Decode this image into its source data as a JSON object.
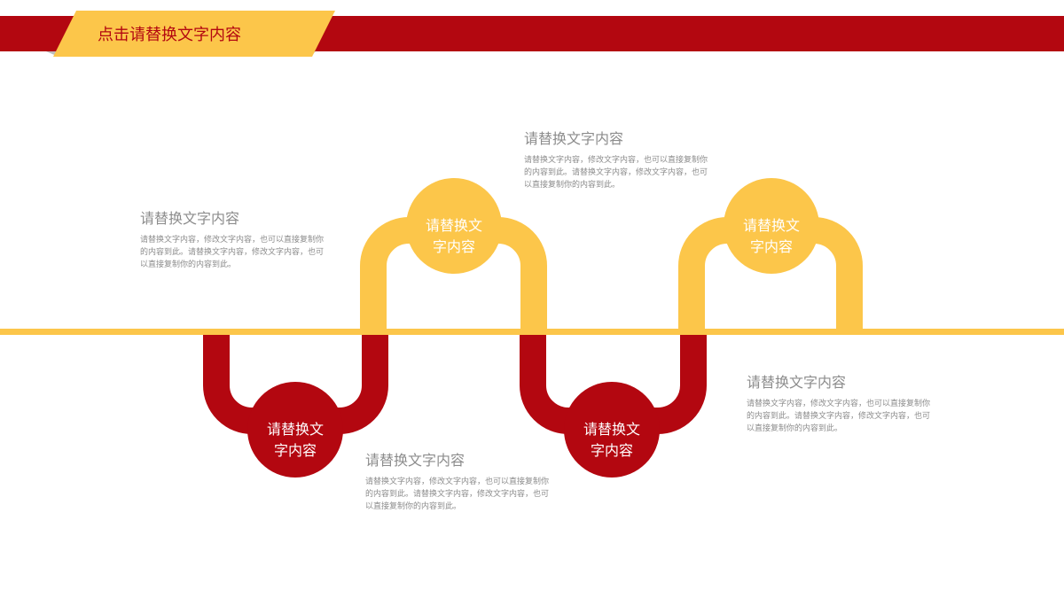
{
  "header": {
    "title": "点击请替换文字内容"
  },
  "colors": {
    "red": "#b30710",
    "yellow": "#fcc64a",
    "text_gray": "#8c8c8c"
  },
  "nodes": [
    {
      "label": "请替换文\n字内容",
      "color": "red"
    },
    {
      "label": "请替换文\n字内容",
      "color": "yellow"
    },
    {
      "label": "请替换文\n字内容",
      "color": "red"
    },
    {
      "label": "请替换文\n字内容",
      "color": "yellow"
    }
  ],
  "text_blocks": [
    {
      "heading": "请替换文字内容",
      "body": "请替换文字内容，修改文字内容，也可以直接复制你的内容到此。请替换文字内容，修改文字内容，也可以直接复制你的内容到此。"
    },
    {
      "heading": "请替换文字内容",
      "body": "请替换文字内容，修改文字内容，也可以直接复制你的内容到此。请替换文字内容，修改文字内容，也可以直接复制你的内容到此。"
    },
    {
      "heading": "请替换文字内容",
      "body": "请替换文字内容，修改文字内容，也可以直接复制你的内容到此。请替换文字内容，修改文字内容，也可以直接复制你的内容到此。"
    },
    {
      "heading": "请替换文字内容",
      "body": "请替换文字内容，修改文字内容，也可以直接复制你的内容到此。请替换文字内容，修改文字内容，也可以直接复制你的内容到此。"
    }
  ]
}
